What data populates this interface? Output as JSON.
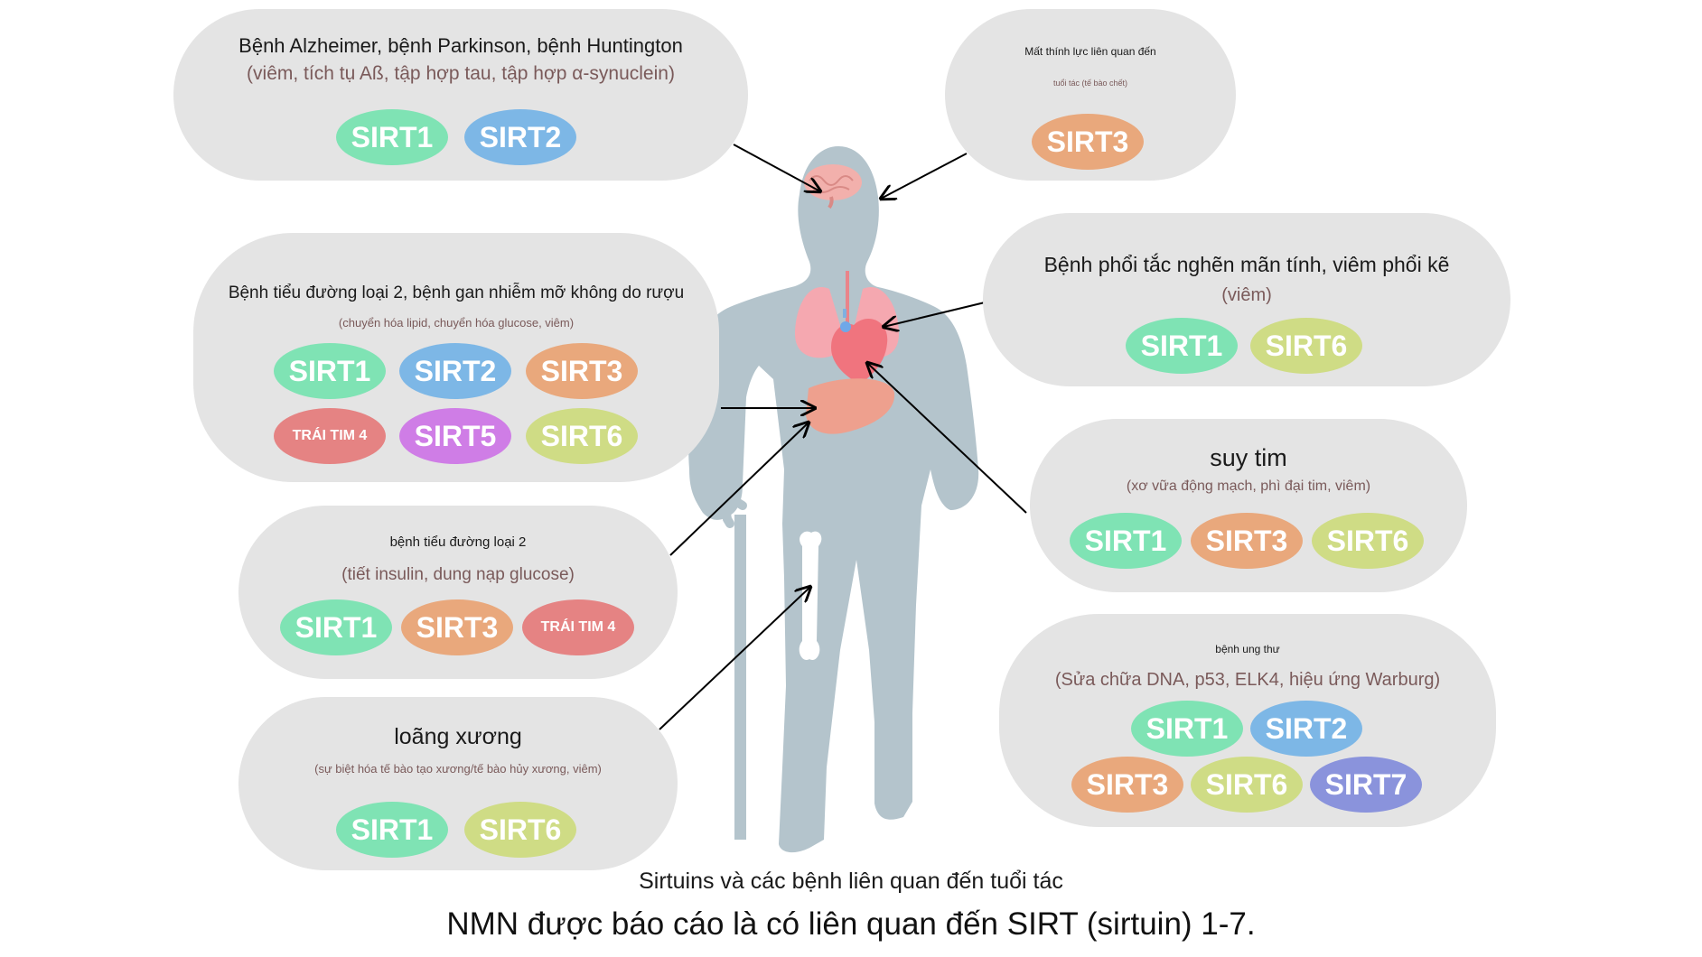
{
  "boxes": {
    "neuro": {
      "title": "Bệnh Alzheimer, bệnh Parkinson, bệnh Huntington",
      "subtitle": "(viêm, tích tụ Aß, tập hợp tau, tập hợp α-synuclein)",
      "pills": [
        "SIRT1",
        "SIRT2"
      ]
    },
    "hearing": {
      "title": "Mất thính lực liên quan đến",
      "subtitle": "tuổi tác (tế bào chết)",
      "pills": [
        "SIRT3"
      ]
    },
    "diabetes_liver": {
      "title": "Bệnh tiểu đường loại 2, bệnh gan nhiễm mỡ không do rượu",
      "subtitle": "(chuyển hóa lipid, chuyển hóa glucose, viêm)",
      "pills": [
        "SIRT1",
        "SIRT2",
        "SIRT3",
        "TRÁI TIM 4",
        "SIRT5",
        "SIRT6"
      ]
    },
    "lung": {
      "title": "Bệnh phổi tắc nghẽn mãn tính, viêm phổi kẽ",
      "subtitle": "(viêm)",
      "pills": [
        "SIRT1",
        "SIRT6"
      ]
    },
    "diabetes": {
      "title": "bệnh tiểu đường loại 2",
      "subtitle": "(tiết insulin, dung nạp glucose)",
      "pills": [
        "SIRT1",
        "SIRT3",
        "TRÁI TIM 4"
      ]
    },
    "heart": {
      "title": "suy tim",
      "subtitle": "(xơ vữa động mạch, phì đại tim, viêm)",
      "pills": [
        "SIRT1",
        "SIRT3",
        "SIRT6"
      ]
    },
    "bone": {
      "title": "loãng xương",
      "subtitle": "(sự biệt hóa tế bào tạo xương/tế bào hủy xương, viêm)",
      "pills": [
        "SIRT1",
        "SIRT6"
      ]
    },
    "cancer": {
      "title": "bệnh ung thư",
      "subtitle": "(Sửa chữa DNA, p53, ELK4, hiệu ứng Warburg)",
      "pills": [
        "SIRT1",
        "SIRT2",
        "SIRT3",
        "SIRT6",
        "SIRT7"
      ]
    }
  },
  "caption": "Sirtuins và các bệnh liên quan đến tuổi tác",
  "headline": "NMN được báo cáo là có liên quan đến SIRT (sirtuin) 1-7.",
  "colors": {
    "panel": "#e4e4e4",
    "sirt1": "#7fe3b4",
    "sirt2": "#7db7e6",
    "sirt3": "#e9a87c",
    "heart4": "#e58383",
    "sirt5": "#cf7de6",
    "sirt6": "#cfdc85",
    "sirt7": "#8a93dc",
    "body": "#b4c4cc"
  }
}
